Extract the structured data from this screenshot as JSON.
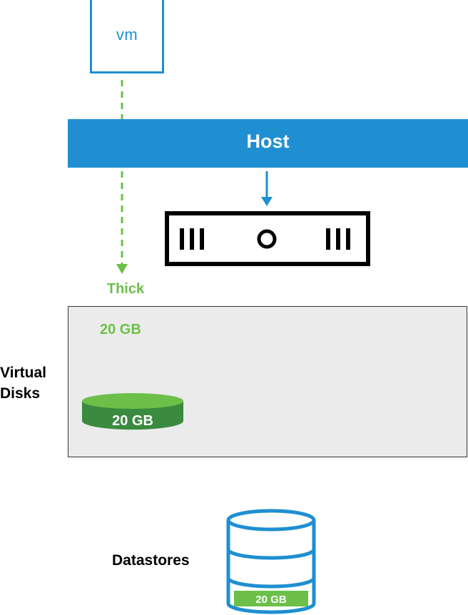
{
  "vm": {
    "label": "vm"
  },
  "host": {
    "label": "Host"
  },
  "provisioning": {
    "label": "Thick"
  },
  "virtual_disks": {
    "title_line1": "Virtual",
    "title_line2": "Disks",
    "allocated_label": "20 GB",
    "disk_label": "20 GB"
  },
  "datastores": {
    "title": "Datastores",
    "used_label": "20 GB"
  },
  "colors": {
    "blue": "#1f8fd1",
    "green": "#6cc04a",
    "dark_green": "#3a8a3f",
    "panel_gray": "#ebebeb"
  }
}
